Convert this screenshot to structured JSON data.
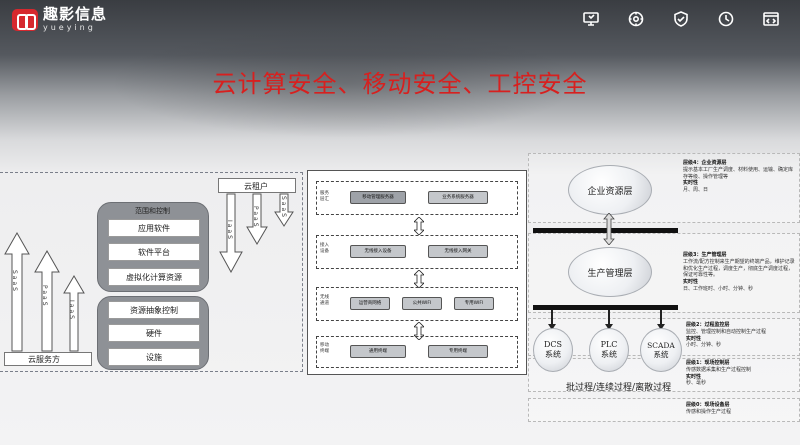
{
  "header": {
    "logo_cn": "趣影信息",
    "logo_en": "yueying",
    "icons": [
      "monitor-icon",
      "gear-cog-icon",
      "shield-check-icon",
      "refresh-icon",
      "code-window-icon"
    ]
  },
  "title": "云计算安全、移动安全、工控安全",
  "left_diagram": {
    "tenant_label": "云租户",
    "provider_label": "云服务方",
    "left_arrows": [
      "SaaS",
      "PaaS",
      "IaaS"
    ],
    "right_arrows": [
      "IaaS",
      "PaaS",
      "SaaS"
    ],
    "top_stack": {
      "header": "范围和控制",
      "items": [
        "应用软件",
        "软件平台",
        "虚拟化计算资源"
      ]
    },
    "bottom_stack": {
      "items": [
        "资源抽象控制",
        "硬件",
        "设施"
      ]
    }
  },
  "middle_diagram": {
    "layers": [
      {
        "name": "服务\n层汇",
        "items": [
          "移动管理服务器",
          "业务系统服务器"
        ]
      },
      {
        "name": "接入\n设备",
        "items": [
          "无线接入设备",
          "无线接入网关"
        ]
      },
      {
        "name": "无线\n通道",
        "items": [
          "运营商网络",
          "公共WIFI",
          "专用WIFI"
        ]
      },
      {
        "name": "移动\n终端",
        "items": [
          "通用终端",
          "专用终端"
        ]
      }
    ]
  },
  "right_diagram": {
    "enterprise": "企业资源层",
    "production": "生产管理层",
    "dcs": "DCS\n系统",
    "plc": "PLC\n系统",
    "scada": "SCADA\n系统",
    "process": "批过程/连续过程/离散过程",
    "levels": [
      {
        "title": "层级4：企业资源层",
        "desc": "提示基本工厂生产调度、材料使用、运输、确定库存等级、操作管理等",
        "rt": "实时性",
        "rt_val": "月、周、日"
      },
      {
        "title": "层级3：生产管理层",
        "desc": "工作流/配方控制来生产期望的终端产品，维护记录和优化生产过程，调度生产，彻底生产调度过程，保证可靠性等。",
        "rt": "实时性",
        "rt_val": "日、工作班时、小时、分钟、秒"
      },
      {
        "title": "层级2：过程监控层",
        "desc": "监控、管理控制和自动控制生产过程",
        "rt": "实时性",
        "rt_val": "小时、分钟、秒"
      },
      {
        "title": "层级1：现场控制层",
        "desc": "传感数据采集和生产过程控制",
        "rt": "实时性",
        "rt_val": "秒、毫秒"
      },
      {
        "title": "层级0：现场设备层",
        "desc": "传感和操作生产过程",
        "rt": "",
        "rt_val": ""
      }
    ]
  }
}
